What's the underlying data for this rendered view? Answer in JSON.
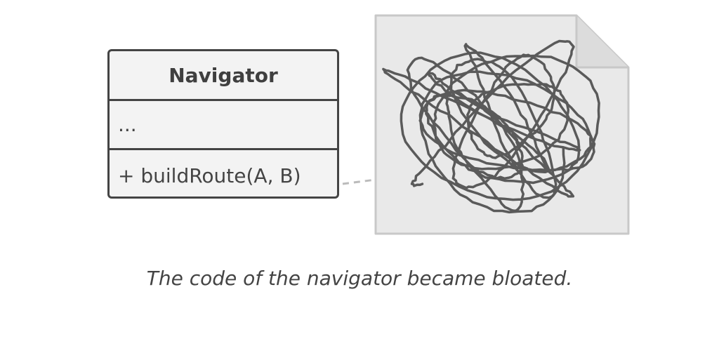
{
  "class_box": {
    "name": "Navigator",
    "fields": "...",
    "methods": "+ buildRoute(A, B)"
  },
  "caption": "The code of the navigator became bloated.",
  "colors": {
    "stroke": "#444444",
    "box_fill": "#f3f3f3",
    "note_fill": "#e9e9e9",
    "note_stroke": "#c8c8c8",
    "scribble": "#5a5a5a",
    "connector": "#bbbbbb"
  }
}
